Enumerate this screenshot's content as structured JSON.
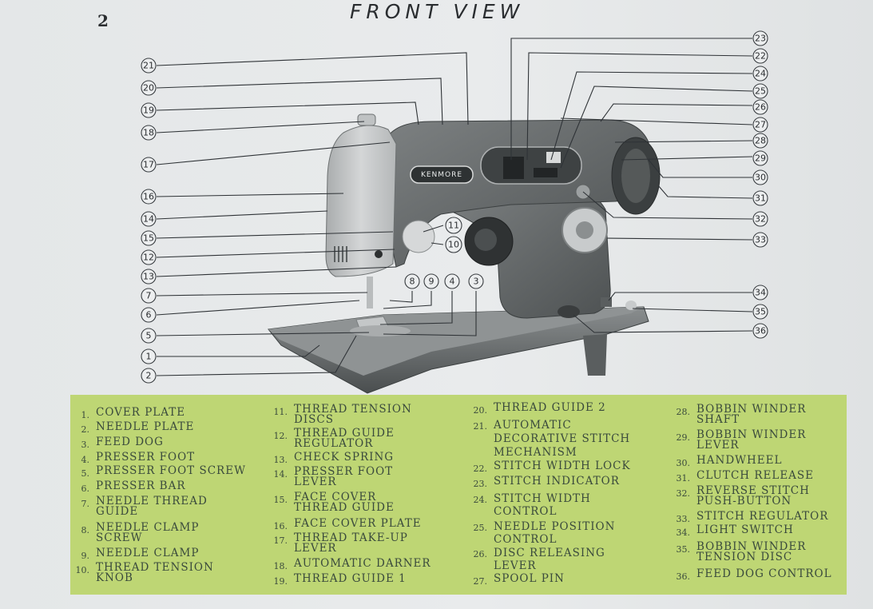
{
  "page_number": "2",
  "title": "FRONT VIEW",
  "brand_badge": "KENMORE",
  "callouts": [
    "1",
    "2",
    "3",
    "4",
    "5",
    "6",
    "7",
    "8",
    "9",
    "10",
    "11",
    "12",
    "13",
    "14",
    "15",
    "16",
    "17",
    "18",
    "19",
    "20",
    "21",
    "22",
    "23",
    "24",
    "25",
    "26",
    "27",
    "28",
    "29",
    "30",
    "31",
    "32",
    "33",
    "34",
    "35",
    "36"
  ],
  "legend": [
    {
      "num": "1.",
      "text": "COVER PLATE"
    },
    {
      "num": "2.",
      "text": "NEEDLE PLATE"
    },
    {
      "num": "3.",
      "text": "FEED DOG"
    },
    {
      "num": "4.",
      "text": "PRESSER FOOT"
    },
    {
      "num": "5.",
      "text": "PRESSER FOOT SCREW"
    },
    {
      "num": "6.",
      "text": "PRESSER BAR"
    },
    {
      "num": "7.",
      "text": "NEEDLE THREAD\nGUIDE"
    },
    {
      "num": "8.",
      "text": "NEEDLE CLAMP\nSCREW"
    },
    {
      "num": "9.",
      "text": "NEEDLE CLAMP"
    },
    {
      "num": "10.",
      "text": "THREAD TENSION\nKNOB"
    },
    {
      "num": "11.",
      "text": "THREAD TENSION\nDISCS"
    },
    {
      "num": "12.",
      "text": "THREAD GUIDE\nREGULATOR"
    },
    {
      "num": "13.",
      "text": "CHECK SPRING"
    },
    {
      "num": "14.",
      "text": "PRESSER FOOT\nLEVER"
    },
    {
      "num": "15.",
      "text": "FACE COVER\nTHREAD GUIDE"
    },
    {
      "num": "16.",
      "text": "FACE COVER PLATE"
    },
    {
      "num": "17.",
      "text": "THREAD TAKE-UP\nLEVER"
    },
    {
      "num": "18.",
      "text": "AUTOMATIC DARNER"
    },
    {
      "num": "19.",
      "text": "THREAD GUIDE 1"
    },
    {
      "num": "20.",
      "text": "THREAD GUIDE 2"
    },
    {
      "num": "21.",
      "text": "AUTOMATIC\nDECORATIVE STITCH\nMECHANISM"
    },
    {
      "num": "22.",
      "text": "STITCH WIDTH LOCK"
    },
    {
      "num": "23.",
      "text": "STITCH INDICATOR"
    },
    {
      "num": "24.",
      "text": "STITCH WIDTH\nCONTROL"
    },
    {
      "num": "25.",
      "text": "NEEDLE POSITION\nCONTROL"
    },
    {
      "num": "26.",
      "text": "DISC RELEASING\nLEVER"
    },
    {
      "num": "27.",
      "text": "SPOOL PIN"
    },
    {
      "num": "28.",
      "text": "BOBBIN WINDER\nSHAFT"
    },
    {
      "num": "29.",
      "text": "BOBBIN WINDER\nLEVER"
    },
    {
      "num": "30.",
      "text": "HANDWHEEL"
    },
    {
      "num": "31.",
      "text": "CLUTCH RELEASE"
    },
    {
      "num": "32.",
      "text": "REVERSE STITCH\nPUSH-BUTTON"
    },
    {
      "num": "33.",
      "text": "STITCH REGULATOR"
    },
    {
      "num": "34.",
      "text": "LIGHT SWITCH"
    },
    {
      "num": "35.",
      "text": "BOBBIN WINDER\nTENSION DISC"
    },
    {
      "num": "36.",
      "text": "FEED DOG CONTROL"
    }
  ],
  "colors": {
    "legend_background": "#bed674",
    "machine_body": "#6b6f70",
    "face_cover": "#c3c6c7",
    "page": "#e7e9ea"
  }
}
